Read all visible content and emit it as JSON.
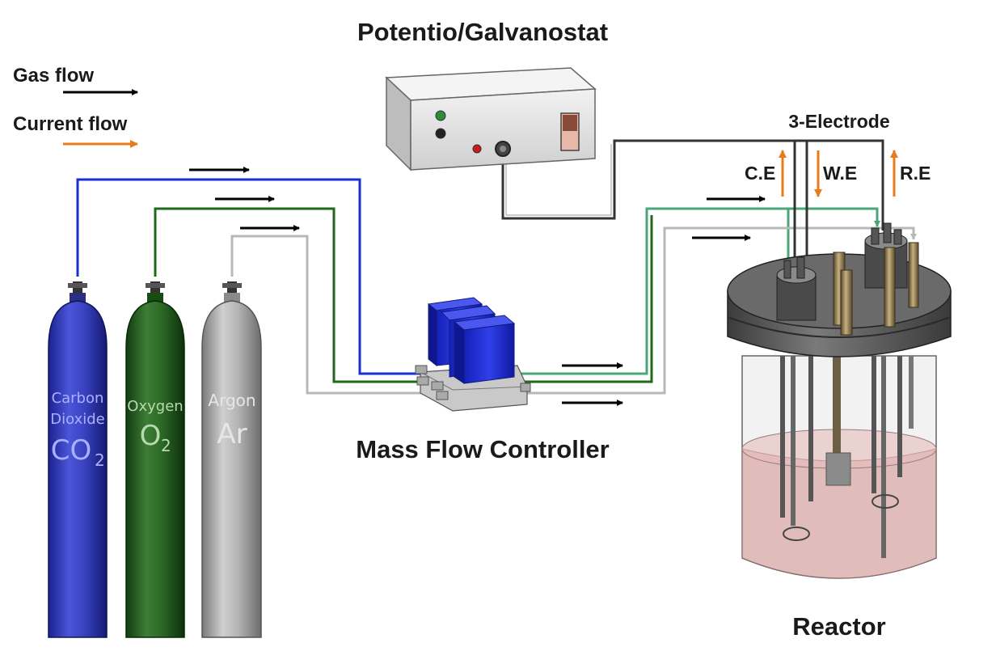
{
  "titles": {
    "potentiostat": "Potentio/Galvanostat",
    "mass_flow_controller": "Mass Flow Controller",
    "reactor": "Reactor",
    "three_electrode": "3-Electrode"
  },
  "legend": {
    "gas_flow": "Gas flow",
    "current_flow": "Current flow"
  },
  "electrodes": {
    "counter": "C.E",
    "working": "W.E",
    "reference": "R.E"
  },
  "cylinders": {
    "co2": {
      "name_line1": "Carbon",
      "name_line2": "Dioxide",
      "formula_main": "CO",
      "formula_sub": "2"
    },
    "o2": {
      "name": "Oxygen",
      "formula_main": "O",
      "formula_sub": "2"
    },
    "ar": {
      "name": "Argon",
      "formula": "Ar"
    }
  },
  "colors": {
    "co2_line": "#1b2fd0",
    "o2_line": "#1f6a1a",
    "ar_line": "#b8b8b8",
    "mixed_gas_line": "#4aa678",
    "gas_arrow": "#000000",
    "current_arrow": "#e87b1a"
  }
}
